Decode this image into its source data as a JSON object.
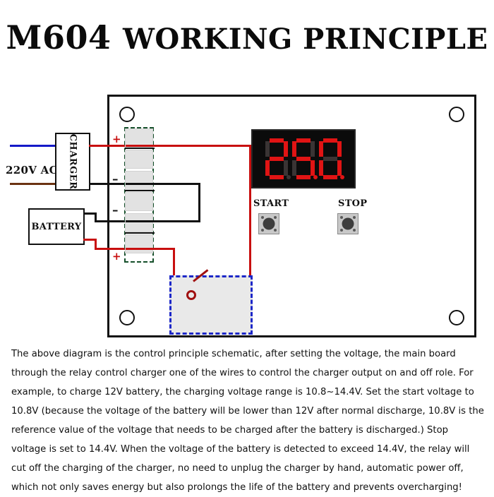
{
  "title": {
    "model": "M604",
    "rest": "WORKING PRINCIPLE"
  },
  "diagram": {
    "ac_label": "220V AC",
    "charger_label": "CHARGER",
    "battery_label": "BATTERY",
    "terminal_marks": {
      "t1": "+",
      "t2": "–",
      "t3": "–",
      "t4": "+"
    },
    "colors": {
      "live_wire": "#1419c8",
      "neutral_wire": "#6b3312",
      "positive_wire": "#c80f0f",
      "negative_wire": "#111111",
      "terminal_outline": "#16502b",
      "relay_outline": "#1c27c8",
      "board_outline": "#111111",
      "led_red": "#e01414",
      "led_off": "#3a3434",
      "display_bg": "#0b0b0b"
    }
  },
  "display": {
    "value": "25.0",
    "digits": [
      {
        "char": "2",
        "segments": [
          "a",
          "b",
          "g",
          "e",
          "d"
        ],
        "dp": false
      },
      {
        "char": "5",
        "segments": [
          "a",
          "f",
          "g",
          "c",
          "d"
        ],
        "dp": true
      },
      {
        "char": "0",
        "segments": [
          "a",
          "b",
          "c",
          "d",
          "e",
          "f"
        ],
        "dp": true
      }
    ]
  },
  "buttons": {
    "start_label": "START",
    "stop_label": "STOP"
  },
  "description": {
    "text": "The above diagram is the control principle schematic, after setting the voltage, the main board through the relay control charger one of the wires to control the charger output on and off role. For example, to charge 12V battery, the charging voltage range is 10.8~14.4V. Set the start voltage to 10.8V (because the voltage of the battery will be lower than 12V after normal discharge, 10.8V is the reference value of the voltage that needs to be charged after the battery is discharged.) Stop voltage is set to 14.4V. When the voltage of the battery is detected to exceed 14.4V, the relay will cut off the charging of the charger, no need to unplug the charger by hand, automatic power off, which not only saves energy but also prolongs the life of the battery and prevents overcharging!"
  }
}
